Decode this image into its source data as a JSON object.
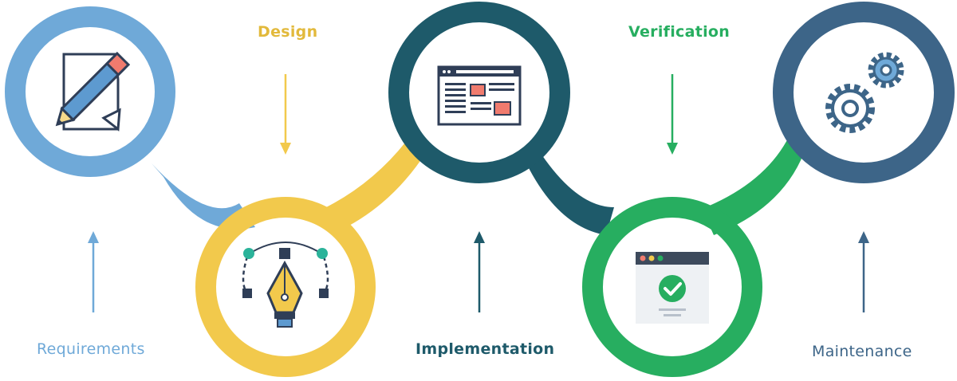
{
  "colors": {
    "requirements": "#6fa9d8",
    "design": "#f2c94c",
    "implementation": "#1e5a6a",
    "verification": "#27ae60",
    "maintenance": "#3d6588",
    "icon_dark": "#2f3e57",
    "icon_red": "#f07b6e",
    "icon_teal": "#2bb39a"
  },
  "stages": [
    {
      "id": "requirements",
      "label": "Requirements",
      "icon": "pencil-paper-icon"
    },
    {
      "id": "design",
      "label": "Design",
      "icon": "pen-tool-icon"
    },
    {
      "id": "implementation",
      "label": "Implementation",
      "icon": "browser-layout-icon"
    },
    {
      "id": "verification",
      "label": "Verification",
      "icon": "check-window-icon"
    },
    {
      "id": "maintenance",
      "label": "Maintenance",
      "icon": "gears-icon"
    }
  ]
}
